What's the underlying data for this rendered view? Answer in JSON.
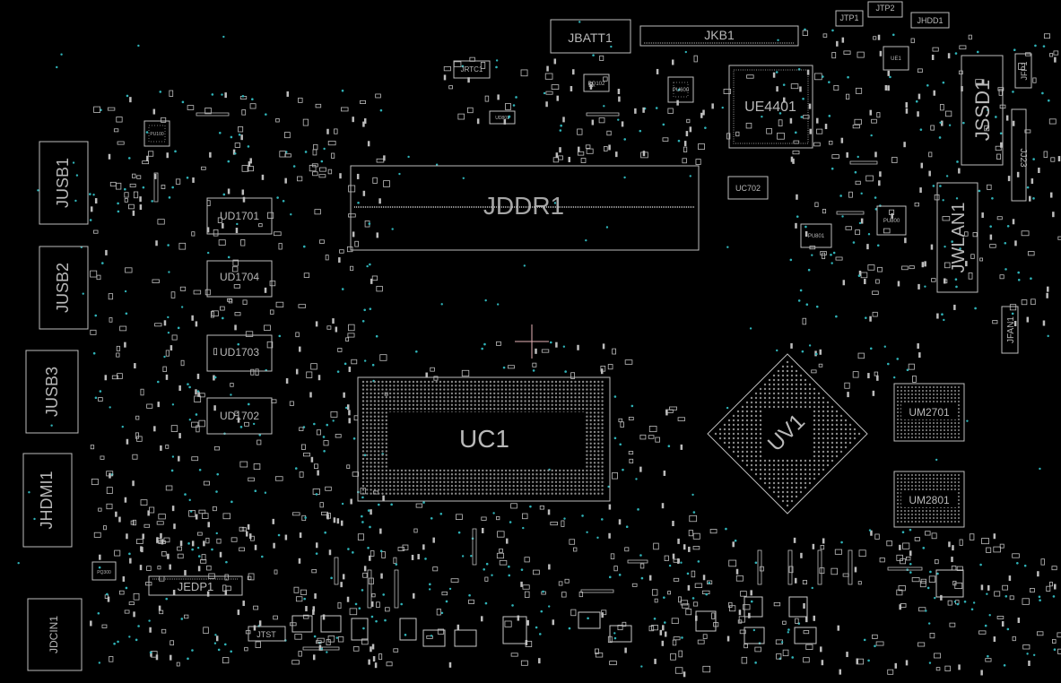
{
  "board": {
    "background": "#000000",
    "outline_color": "#bdbdbd",
    "via_color": "#2fb3b8",
    "cursor_color": "#e8b4b8",
    "components": [
      {
        "ref": "JBATT1"
      },
      {
        "ref": "JKB1"
      },
      {
        "ref": "JTP1"
      },
      {
        "ref": "JTP2"
      },
      {
        "ref": "JHDD1"
      },
      {
        "ref": "JRTC1"
      },
      {
        "ref": "PQ102"
      },
      {
        "ref": "PU600"
      },
      {
        "ref": "UE4401"
      },
      {
        "ref": "UE1"
      },
      {
        "ref": "JSSD1"
      },
      {
        "ref": "JFP1"
      },
      {
        "ref": "JUSB1"
      },
      {
        "ref": "JUSB2"
      },
      {
        "ref": "JUSB3"
      },
      {
        "ref": "JHDMI1"
      },
      {
        "ref": "JDCIN1"
      },
      {
        "ref": "UD1701"
      },
      {
        "ref": "UD1704"
      },
      {
        "ref": "UD1703"
      },
      {
        "ref": "UD1702"
      },
      {
        "ref": "JDDR1"
      },
      {
        "ref": "UC1"
      },
      {
        "ref": "UC702"
      },
      {
        "ref": "PU800"
      },
      {
        "ref": "PU801"
      },
      {
        "ref": "JWLAN1"
      },
      {
        "ref": "JJ23"
      },
      {
        "ref": "JFAN1"
      },
      {
        "ref": "UV1"
      },
      {
        "ref": "UM2701"
      },
      {
        "ref": "UM2801"
      },
      {
        "ref": "JEDP1"
      },
      {
        "ref": "JTST"
      },
      {
        "ref": "PQ300"
      },
      {
        "ref": "PU100"
      },
      {
        "ref": "UD801"
      }
    ]
  }
}
